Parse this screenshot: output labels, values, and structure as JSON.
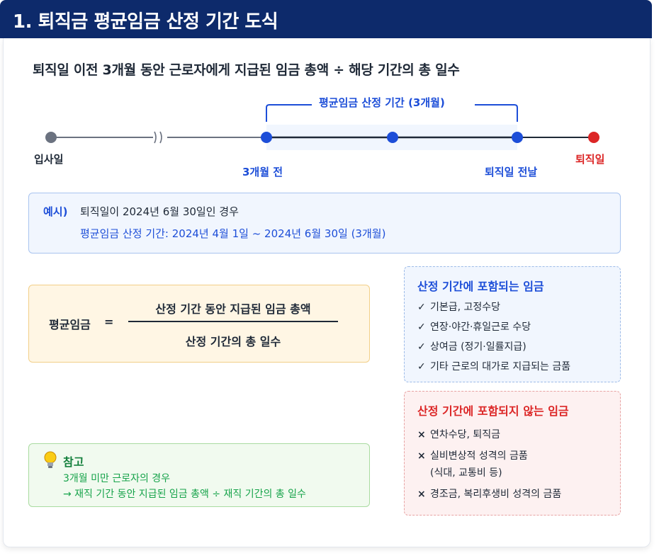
{
  "header": {
    "title": "1. 퇴직금 평균임금 산정 기간 도식"
  },
  "formula_line": "퇴직일 이전 3개월 동안 근로자에게 지급된 임금 총액 ÷ 해당 기간의 총 일수",
  "timeline": {
    "bracket_label": "평균임금 산정 기간 (3개월)",
    "labels": {
      "hire": "입사일",
      "three_months": "3개월 전",
      "day_before": "퇴직일 전날",
      "retire": "퇴직일"
    },
    "colors": {
      "gray": "#6b7280",
      "blue": "#1d4ed8",
      "red": "#dc2626"
    }
  },
  "example": {
    "tag": "예시)",
    "line1": "퇴직일이 2024년 6월 30일인 경우",
    "line2": "평균임금 산정 기간: 2024년 4월 1일 ~ 2024년 6월 30일 (3개월)"
  },
  "average_wage": {
    "label": "평균임금",
    "equals": "=",
    "numerator": "산정 기간 동안 지급된 임금 총액",
    "denominator": "산정 기간의 총 일수"
  },
  "note": {
    "icon": "lightbulb-icon",
    "title": "참고",
    "line1": "3개월 미만 근로자의 경우",
    "line2": "→ 재직 기간 동안 지급된 임금 총액 ÷ 재직 기간의 총 일수"
  },
  "included": {
    "title": "산정 기간에 포함되는 임금",
    "mark": "✓",
    "items": [
      "기본급, 고정수당",
      "연장·야간·휴일근로 수당",
      "상여금 (정기·일률지급)",
      "기타 근로의 대가로 지급되는 금품"
    ]
  },
  "excluded": {
    "title": "산정 기간에 포함되지 않는 임금",
    "mark": "×",
    "items": [
      "연차수당, 퇴직금",
      "실비변상적 성격의 금품",
      "(식대, 교통비 등)",
      "경조금, 복리후생비 성격의 금품"
    ]
  }
}
